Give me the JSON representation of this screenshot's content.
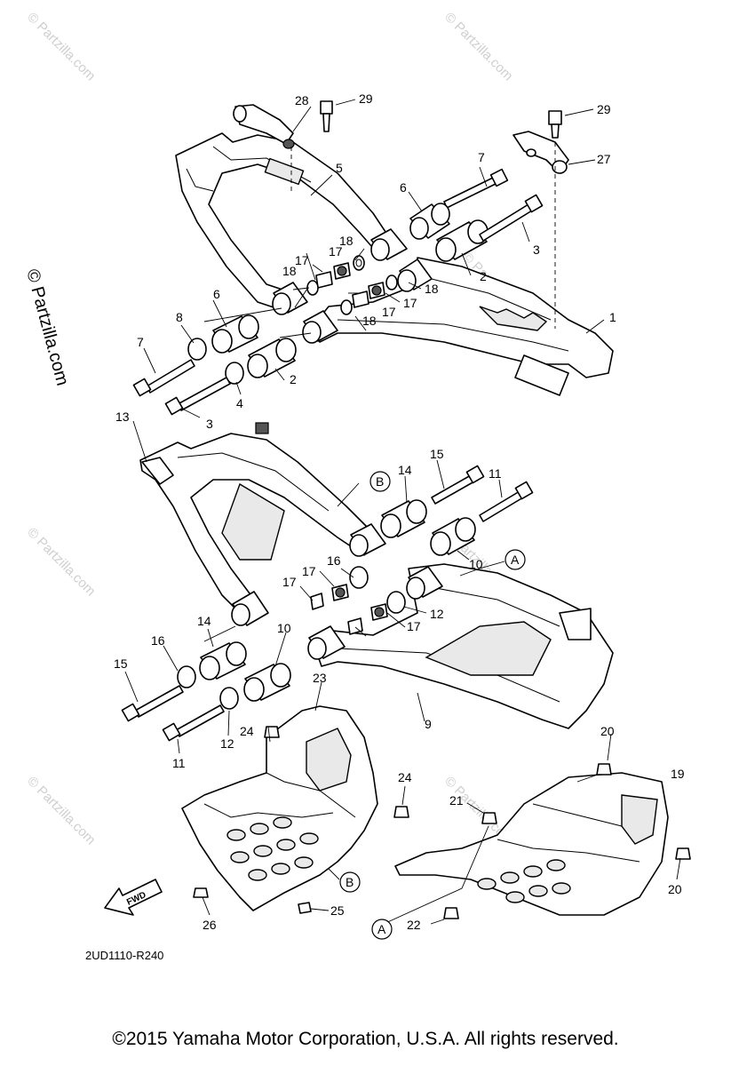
{
  "diagram": {
    "callouts": [
      {
        "id": "1",
        "text": "1"
      },
      {
        "id": "2a",
        "text": "2"
      },
      {
        "id": "2b",
        "text": "2"
      },
      {
        "id": "3a",
        "text": "3"
      },
      {
        "id": "3b",
        "text": "3"
      },
      {
        "id": "4",
        "text": "4"
      },
      {
        "id": "5",
        "text": "5"
      },
      {
        "id": "6a",
        "text": "6"
      },
      {
        "id": "6b",
        "text": "6"
      },
      {
        "id": "7a",
        "text": "7"
      },
      {
        "id": "7b",
        "text": "7"
      },
      {
        "id": "8",
        "text": "8"
      },
      {
        "id": "9",
        "text": "9"
      },
      {
        "id": "10a",
        "text": "10"
      },
      {
        "id": "10b",
        "text": "10"
      },
      {
        "id": "11a",
        "text": "11"
      },
      {
        "id": "11b",
        "text": "11"
      },
      {
        "id": "12a",
        "text": "12"
      },
      {
        "id": "12b",
        "text": "12"
      },
      {
        "id": "13",
        "text": "13"
      },
      {
        "id": "14a",
        "text": "14"
      },
      {
        "id": "14b",
        "text": "14"
      },
      {
        "id": "15a",
        "text": "15"
      },
      {
        "id": "15b",
        "text": "15"
      },
      {
        "id": "16a",
        "text": "16"
      },
      {
        "id": "16b",
        "text": "16"
      },
      {
        "id": "17a",
        "text": "17"
      },
      {
        "id": "17b",
        "text": "17"
      },
      {
        "id": "17c",
        "text": "17"
      },
      {
        "id": "17d",
        "text": "17"
      },
      {
        "id": "17e",
        "text": "17"
      },
      {
        "id": "17f",
        "text": "17"
      },
      {
        "id": "17g",
        "text": "17"
      },
      {
        "id": "18a",
        "text": "18"
      },
      {
        "id": "18b",
        "text": "18"
      },
      {
        "id": "18c",
        "text": "18"
      },
      {
        "id": "18d",
        "text": "18"
      },
      {
        "id": "19",
        "text": "19"
      },
      {
        "id": "20a",
        "text": "20"
      },
      {
        "id": "20b",
        "text": "20"
      },
      {
        "id": "21",
        "text": "21"
      },
      {
        "id": "22",
        "text": "22"
      },
      {
        "id": "23",
        "text": "23"
      },
      {
        "id": "24a",
        "text": "24"
      },
      {
        "id": "24b",
        "text": "24"
      },
      {
        "id": "25",
        "text": "25"
      },
      {
        "id": "26",
        "text": "26"
      },
      {
        "id": "27",
        "text": "27"
      },
      {
        "id": "28",
        "text": "28"
      },
      {
        "id": "29a",
        "text": "29"
      },
      {
        "id": "29b",
        "text": "29"
      }
    ],
    "reference_markers": [
      {
        "id": "A1",
        "text": "A"
      },
      {
        "id": "A2",
        "text": "A"
      },
      {
        "id": "B1",
        "text": "B"
      },
      {
        "id": "B2",
        "text": "B"
      }
    ],
    "fwd_arrow_label": "FWD",
    "diagram_code": "2UD1110-R240"
  },
  "watermark": {
    "side_text": "© Partzilla.com",
    "faint_text": "© Partzilla.com"
  },
  "footer": {
    "copyright": "©2015 Yamaha Motor Corporation, U.S.A. All rights reserved."
  }
}
